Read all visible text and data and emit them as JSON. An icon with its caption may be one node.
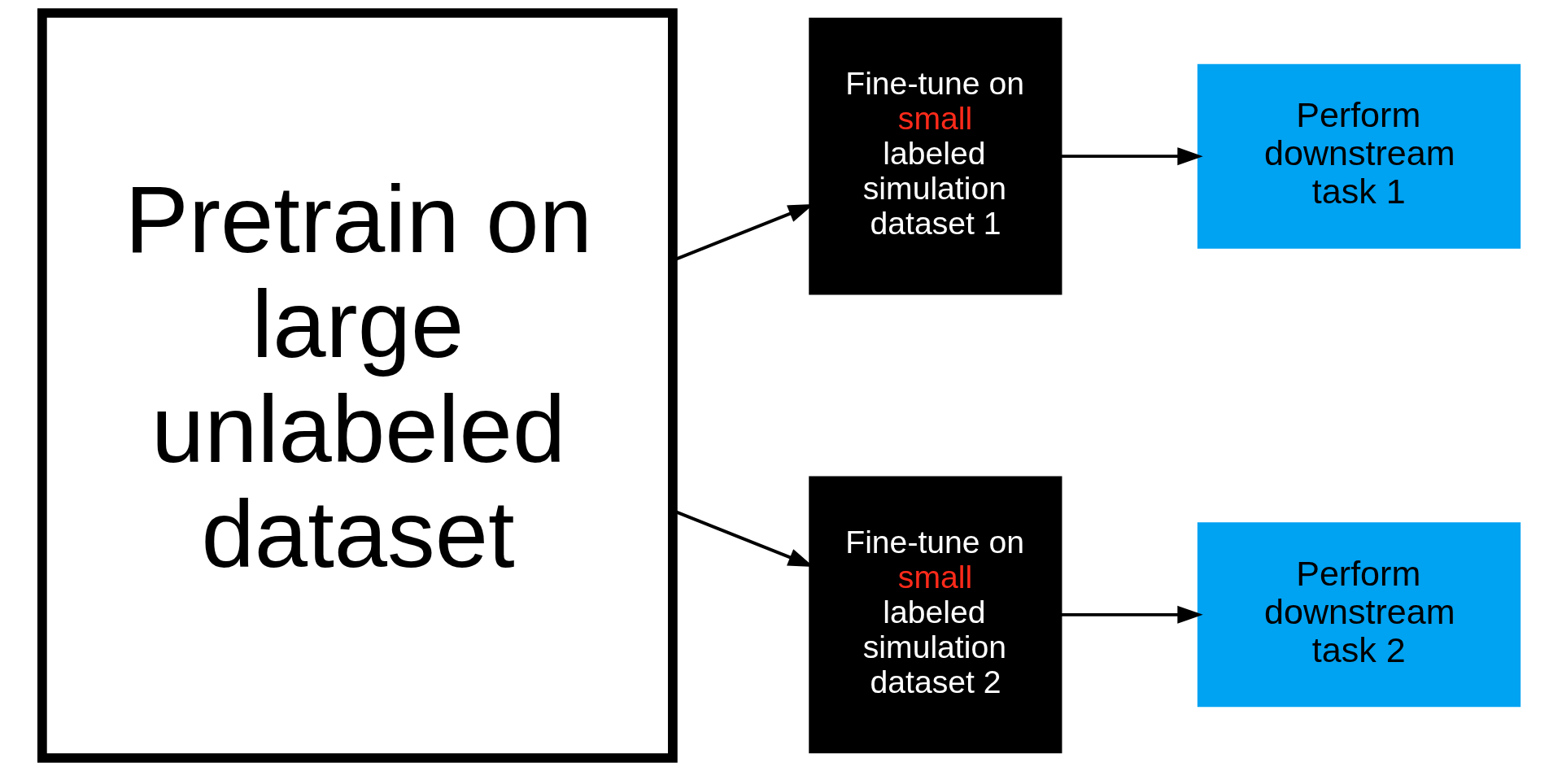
{
  "diagram": {
    "nodes": [
      {
        "text": [
          "Pretrain on large unlabeled dataset"
        ]
      },
      {
        "text": [
          "Fine-tune on",
          "small",
          "labeled simulation dataset 1"
        ]
      },
      {
        "text": [
          "Perform downstream task 1"
        ]
      },
      {
        "text": [
          "Fine-tune on",
          "small",
          "labeled simulation dataset 2"
        ]
      },
      {
        "text": [
          "Perform downstream task 2"
        ]
      }
    ],
    "edges": [
      {
        "from": 0,
        "to": 1,
        "arrow": "to"
      },
      {
        "from": 1,
        "to": 2,
        "arrow": "to"
      },
      {
        "from": 0,
        "to": 3,
        "arrow": "to"
      },
      {
        "from": 3,
        "to": 4,
        "arrow": "to"
      }
    ]
  }
}
